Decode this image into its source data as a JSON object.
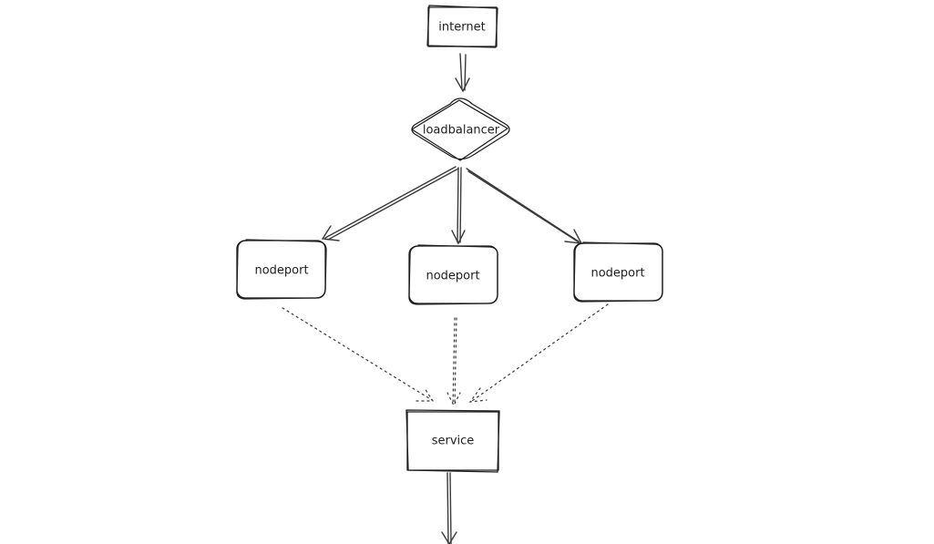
{
  "colors": {
    "internet_fill": "#15a3b0",
    "loadbalancer_fill": "#4a6cf7",
    "stroke": "#1e1e1e",
    "background": "#ffffff"
  },
  "nodes": {
    "internet": {
      "label": "internet"
    },
    "loadbalancer": {
      "label": "loadbalancer"
    },
    "nodeport_left": {
      "label": "nodeport"
    },
    "nodeport_center": {
      "label": "nodeport"
    },
    "nodeport_right": {
      "label": "nodeport"
    },
    "service": {
      "label": "service"
    }
  },
  "edges": [
    {
      "from": "internet",
      "to": "loadbalancer",
      "style": "solid"
    },
    {
      "from": "loadbalancer",
      "to": "nodeport_left",
      "style": "solid"
    },
    {
      "from": "loadbalancer",
      "to": "nodeport_center",
      "style": "solid"
    },
    {
      "from": "loadbalancer",
      "to": "nodeport_right",
      "style": "solid"
    },
    {
      "from": "nodeport_left",
      "to": "service",
      "style": "dotted"
    },
    {
      "from": "nodeport_center",
      "to": "service",
      "style": "dotted"
    },
    {
      "from": "nodeport_right",
      "to": "service",
      "style": "dotted"
    },
    {
      "from": "service",
      "to": "",
      "style": "solid"
    }
  ]
}
